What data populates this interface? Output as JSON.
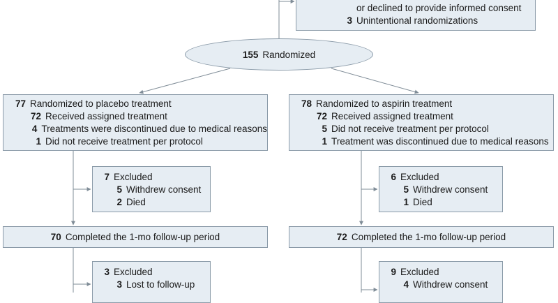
{
  "top_box": {
    "lines": [
      {
        "n": "",
        "text": "or declined to provide informed consent"
      },
      {
        "n": "3",
        "text": "Unintentional randomizations"
      }
    ]
  },
  "randomized": {
    "n": "155",
    "text": "Randomized"
  },
  "placebo": {
    "header": {
      "n": "77",
      "text": "Randomized to placebo treatment"
    },
    "items": [
      {
        "n": "72",
        "text": "Received assigned treatment"
      },
      {
        "n": "4",
        "text": "Treatments were discontinued due to medical reasons"
      },
      {
        "n": "1",
        "text": "Did not receive treatment per protocol"
      }
    ],
    "excluded1": {
      "header": {
        "n": "7",
        "text": "Excluded"
      },
      "items": [
        {
          "n": "5",
          "text": "Withdrew consent"
        },
        {
          "n": "2",
          "text": "Died"
        }
      ]
    },
    "completed": {
      "n": "70",
      "text": "Completed the 1-mo follow-up period"
    },
    "excluded2": {
      "header": {
        "n": "3",
        "text": "Excluded"
      },
      "items": [
        {
          "n": "3",
          "text": "Lost to follow-up"
        }
      ]
    }
  },
  "aspirin": {
    "header": {
      "n": "78",
      "text": "Randomized to aspirin treatment"
    },
    "items": [
      {
        "n": "72",
        "text": "Received assigned treatment"
      },
      {
        "n": "5",
        "text": "Did not receive treatment per protocol"
      },
      {
        "n": "1",
        "text": "Treatment was discontinued due to medical reasons"
      }
    ],
    "excluded1": {
      "header": {
        "n": "6",
        "text": "Excluded"
      },
      "items": [
        {
          "n": "5",
          "text": "Withdrew consent"
        },
        {
          "n": "1",
          "text": "Died"
        }
      ]
    },
    "completed": {
      "n": "72",
      "text": "Completed the 1-mo follow-up period"
    },
    "excluded2": {
      "header": {
        "n": "9",
        "text": "Excluded"
      },
      "items": [
        {
          "n": "4",
          "text": "Withdrew consent"
        }
      ]
    }
  },
  "colors": {
    "box_fill": "#e6edf3",
    "box_border": "#8a9aa8",
    "line": "#7f8c97"
  }
}
